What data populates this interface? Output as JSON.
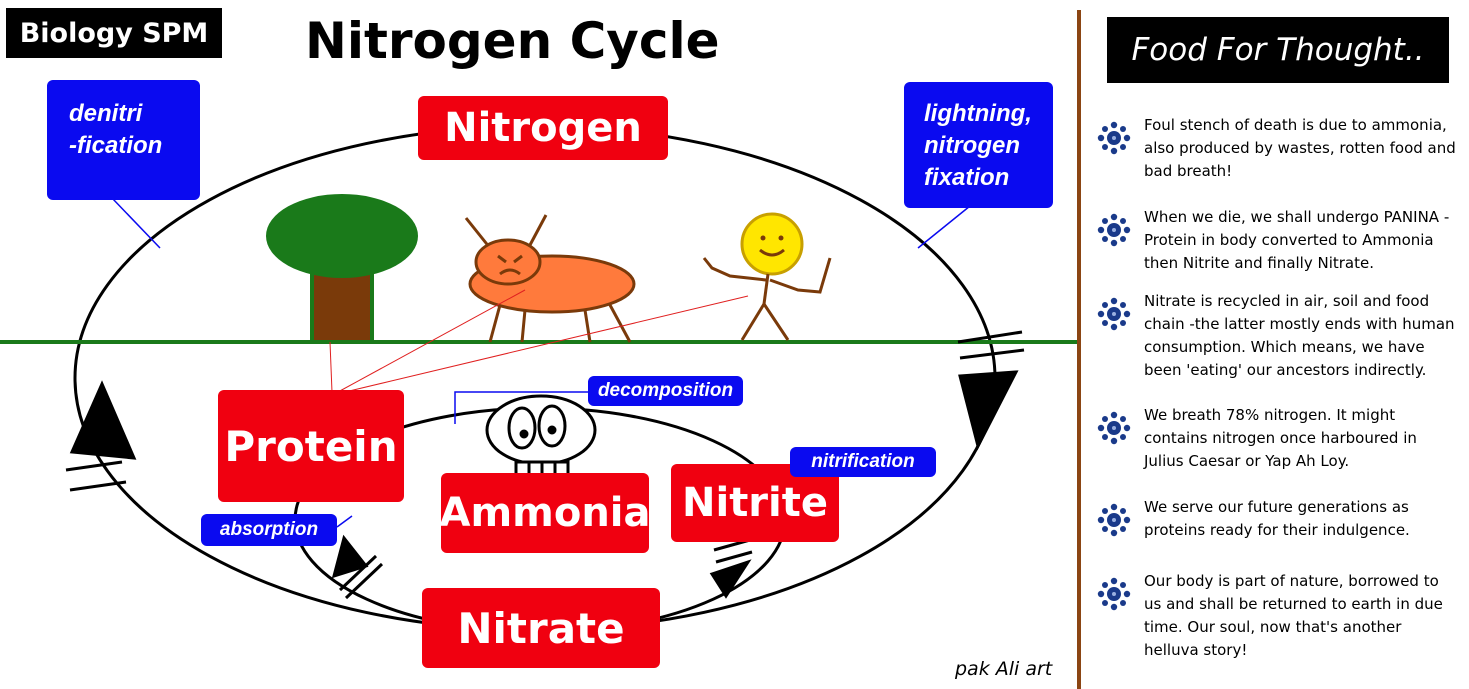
{
  "header": {
    "badge": "Biology SPM",
    "title": "Nitrogen Cycle"
  },
  "nodes": {
    "nitrogen": "Nitrogen",
    "protein": "Protein",
    "ammonia": "Ammonia",
    "nitrite": "Nitrite",
    "nitrate": "Nitrate"
  },
  "processes": {
    "denitrification_line1": "denitri",
    "denitrification_line2": "-fication",
    "fixation_line1": "lightning,",
    "fixation_line2": "nitrogen",
    "fixation_line3": "fixation",
    "decomposition": "decomposition",
    "nitrification": "nitrification",
    "absorption": "absorption"
  },
  "credit": "pak Ali art",
  "sidebar": {
    "title": "Food For Thought..",
    "facts": [
      "Foul stench of death is due to ammonia, also produced by wastes, rotten food and bad breath!",
      "When we die, we shall undergo PANINA - Protein in body converted to Ammonia then Nitrite and finally Nitrate.",
      "Nitrate is recycled in air, soil and food chain -the latter mostly ends with human consumption. Which means, we have been 'eating' our ancestors indirectly.",
      "We breath 78% nitrogen. It might contains nitrogen once harboured in Julius Caesar or Yap Ah Loy.",
      "We serve our future generations as proteins ready for their indulgence.",
      "Our body is part of nature, borrowed to us and shall be returned to earth in due time. Our soul, now that's another helluva story!"
    ]
  },
  "colors": {
    "node_red": "#f00010",
    "process_blue": "#0a0af0",
    "ground_green": "#1a7a1a",
    "divider_brown": "#8b4513"
  },
  "icons": [
    "tree-icon",
    "cow-icon",
    "stick-person-icon",
    "skull-icon",
    "bullet-icon",
    "arrow-icon"
  ]
}
